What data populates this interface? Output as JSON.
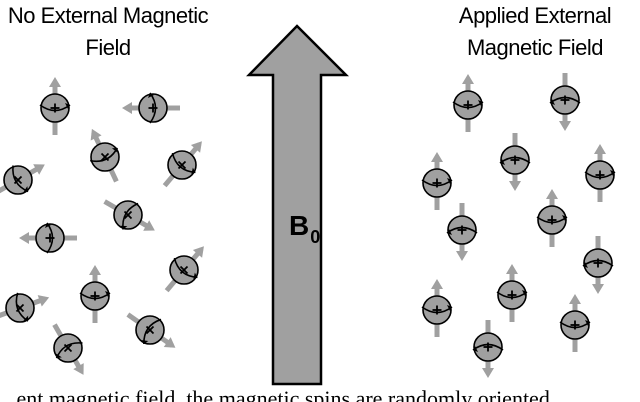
{
  "titles": {
    "left_line1": "No External Magnetic",
    "left_line2": "Field",
    "right_line1": "Applied External",
    "right_line2": "Magnetic Field"
  },
  "field_arrow": {
    "label_main": "B",
    "label_sub": "0",
    "fill_color": "#a0a0a0"
  },
  "spin_colors": {
    "sphere": "#a0a0a0",
    "arrow": "#a0a0a0",
    "stroke": "#000000"
  },
  "caption_fragment": "...ent magnetic field, the magnetic spins are randomly oriented..."
}
